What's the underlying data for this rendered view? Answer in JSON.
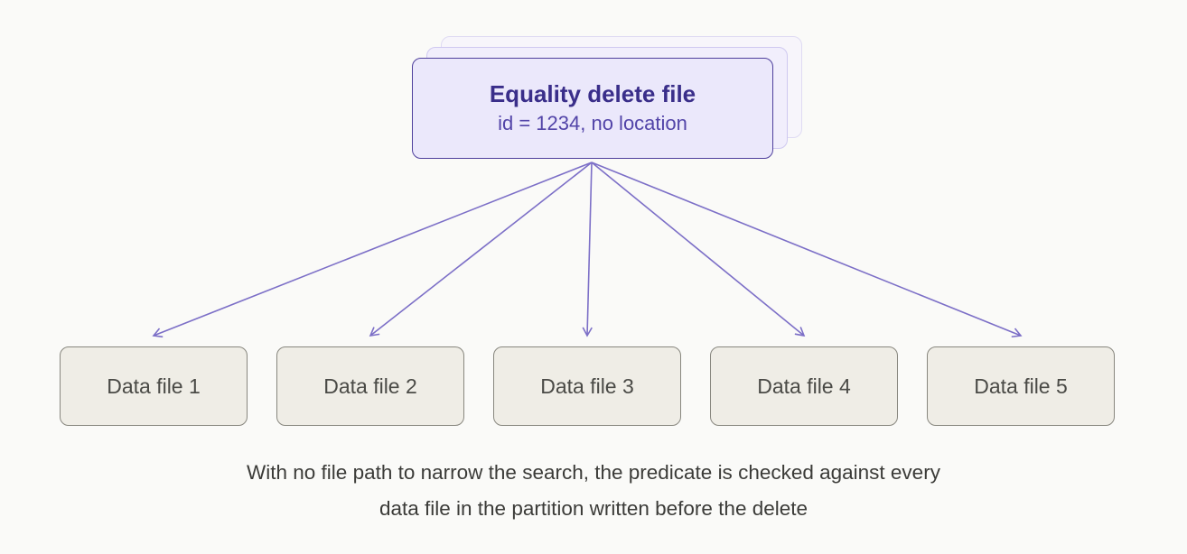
{
  "delete_file": {
    "title": "Equality delete file",
    "subtitle": "id = 1234, no location"
  },
  "data_files": [
    {
      "label": "Data file 1"
    },
    {
      "label": "Data file 2"
    },
    {
      "label": "Data file 3"
    },
    {
      "label": "Data file 4"
    },
    {
      "label": "Data file 5"
    }
  ],
  "caption": {
    "line1": "With no file path to narrow the search, the predicate is checked against every",
    "line2": "data file in the partition written before the delete"
  },
  "colors": {
    "arrow": "#7c6fc7",
    "delete_border": "#4e3f9c",
    "delete_fill": "#ebe8fb",
    "data_fill": "#efede6",
    "data_border": "#88877f"
  }
}
